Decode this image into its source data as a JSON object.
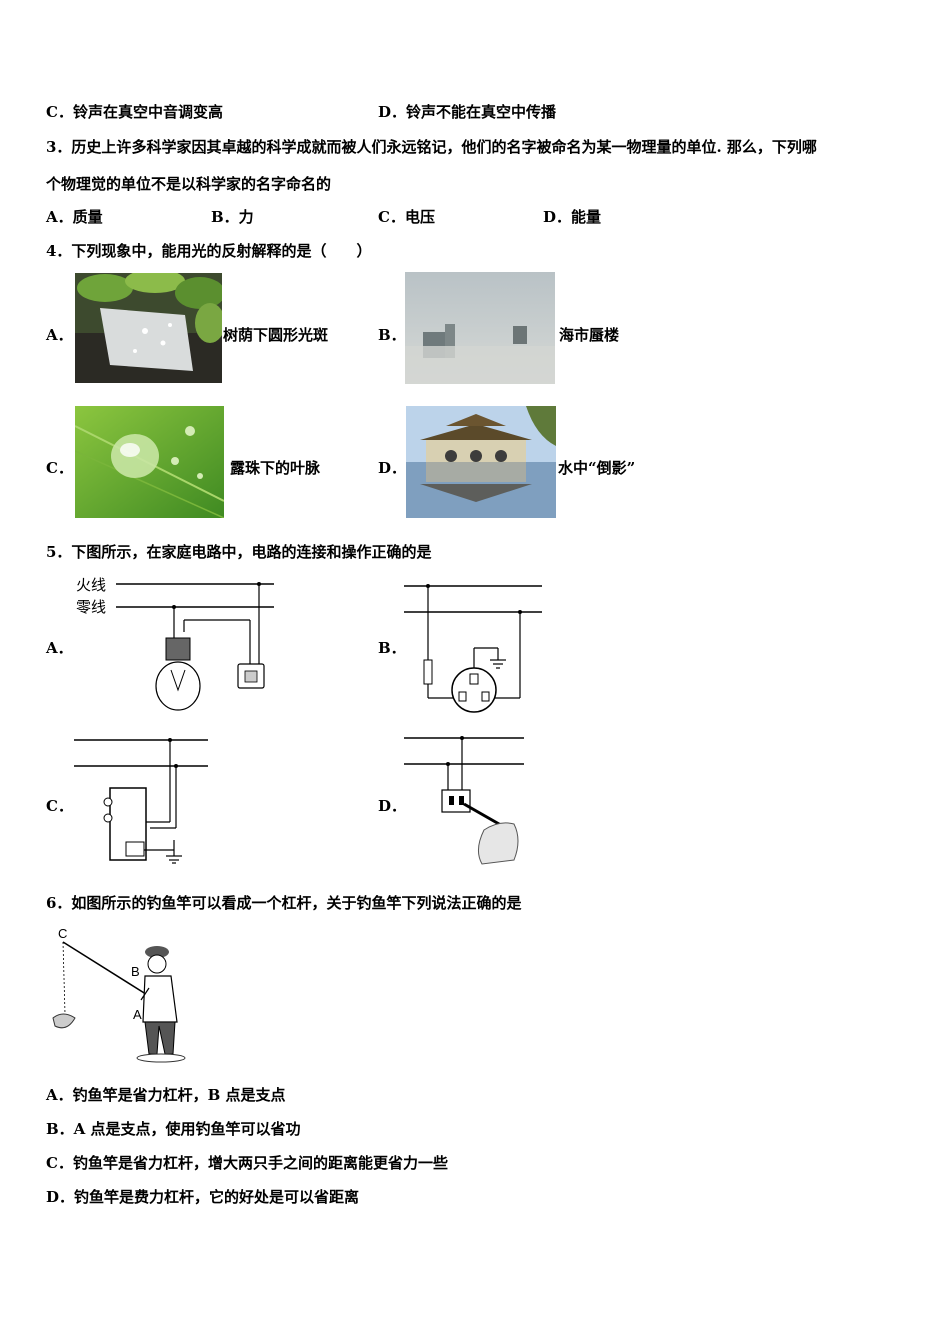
{
  "q2": {
    "optC": "C．铃声在真空中音调变高",
    "optD": "D．铃声不能在真空中传播"
  },
  "q3": {
    "stem_line1": "3．历史上许多科学家因其卓越的科学成就而被人们永远铭记，他们的名字被命名为某一物理量的单位. 那么，下列哪",
    "stem_line2": "个物理觉的单位不是以科学家的名字命名的",
    "optA": "A．质量",
    "optB": "B．力",
    "optC": "C．电压",
    "optD": "D．能量"
  },
  "q4": {
    "stem": "4．下列现象中，能用光的反射解释的是（　　）",
    "optA_letter": "A．",
    "optA_caption": "树荫下圆形光斑",
    "optB_letter": "B．",
    "optB_caption": "海市蜃楼",
    "optC_letter": "C．",
    "optC_caption": "露珠下的叶脉",
    "optD_letter": "D．",
    "optD_caption": "水中“倒影”"
  },
  "q5": {
    "stem": "5．下图所示，在家庭电路中，电路的连接和操作正确的是",
    "optA_letter": "A．",
    "optB_letter": "B．",
    "optC_letter": "C．",
    "optD_letter": "D．",
    "label_live": "火线",
    "label_neutral": "零线"
  },
  "q6": {
    "stem": "6．如图所示的钓鱼竿可以看成一个杠杆，关于钓鱼竿下列说法正确的是",
    "point_c": "C",
    "point_b": "B",
    "point_a": "A",
    "optA": "A．钓鱼竿是省力杠杆，B 点是支点",
    "optB": "B．A 点是支点，使用钓鱼竿可以省功",
    "optC": "C．钓鱼竿是省力杠杆，增大两只手之间的距离能更省力一些",
    "optD": "D．钓鱼竿是费力杠杆，它的好处是可以省距离"
  }
}
